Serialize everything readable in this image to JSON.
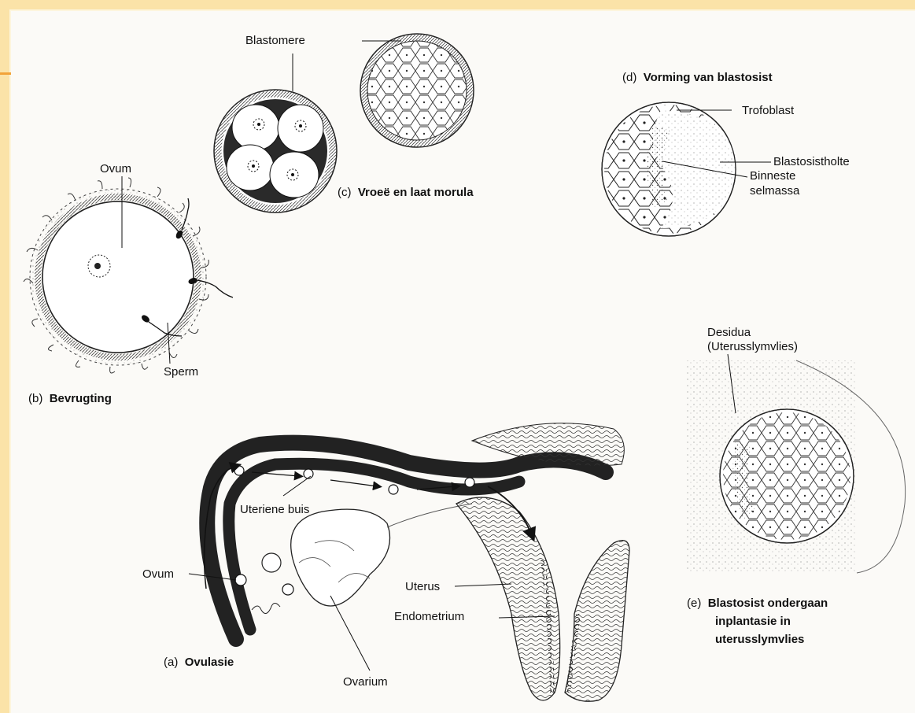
{
  "captions": {
    "a": {
      "letter": "(a)",
      "text": "Ovulasie"
    },
    "b": {
      "letter": "(b)",
      "text": "Bevrugting"
    },
    "c": {
      "letter": "(c)",
      "text": "Vroeë en laat morula"
    },
    "d": {
      "letter": "(d)",
      "text": "Vorming van blastosist"
    },
    "e": {
      "letter": "(e)",
      "lines": [
        "Blastosist ondergaan",
        "inplantasie in",
        "uterusslymvlies"
      ]
    }
  },
  "labels": {
    "blastomere": "Blastomere",
    "ovum_b": "Ovum",
    "sperm": "Sperm",
    "trofoblast": "Trofoblast",
    "blastosistholte": "Blastosistholte",
    "binneste": "Binneste",
    "selmassa": "selmassa",
    "desidua": "Desidua",
    "uterusslymvlies": "(Uterusslymvlies)",
    "uteriene_buis": "Uteriene buis",
    "ovum_a": "Ovum",
    "uterus": "Uterus",
    "endometrium": "Endometrium",
    "ovarium": "Ovarium"
  }
}
